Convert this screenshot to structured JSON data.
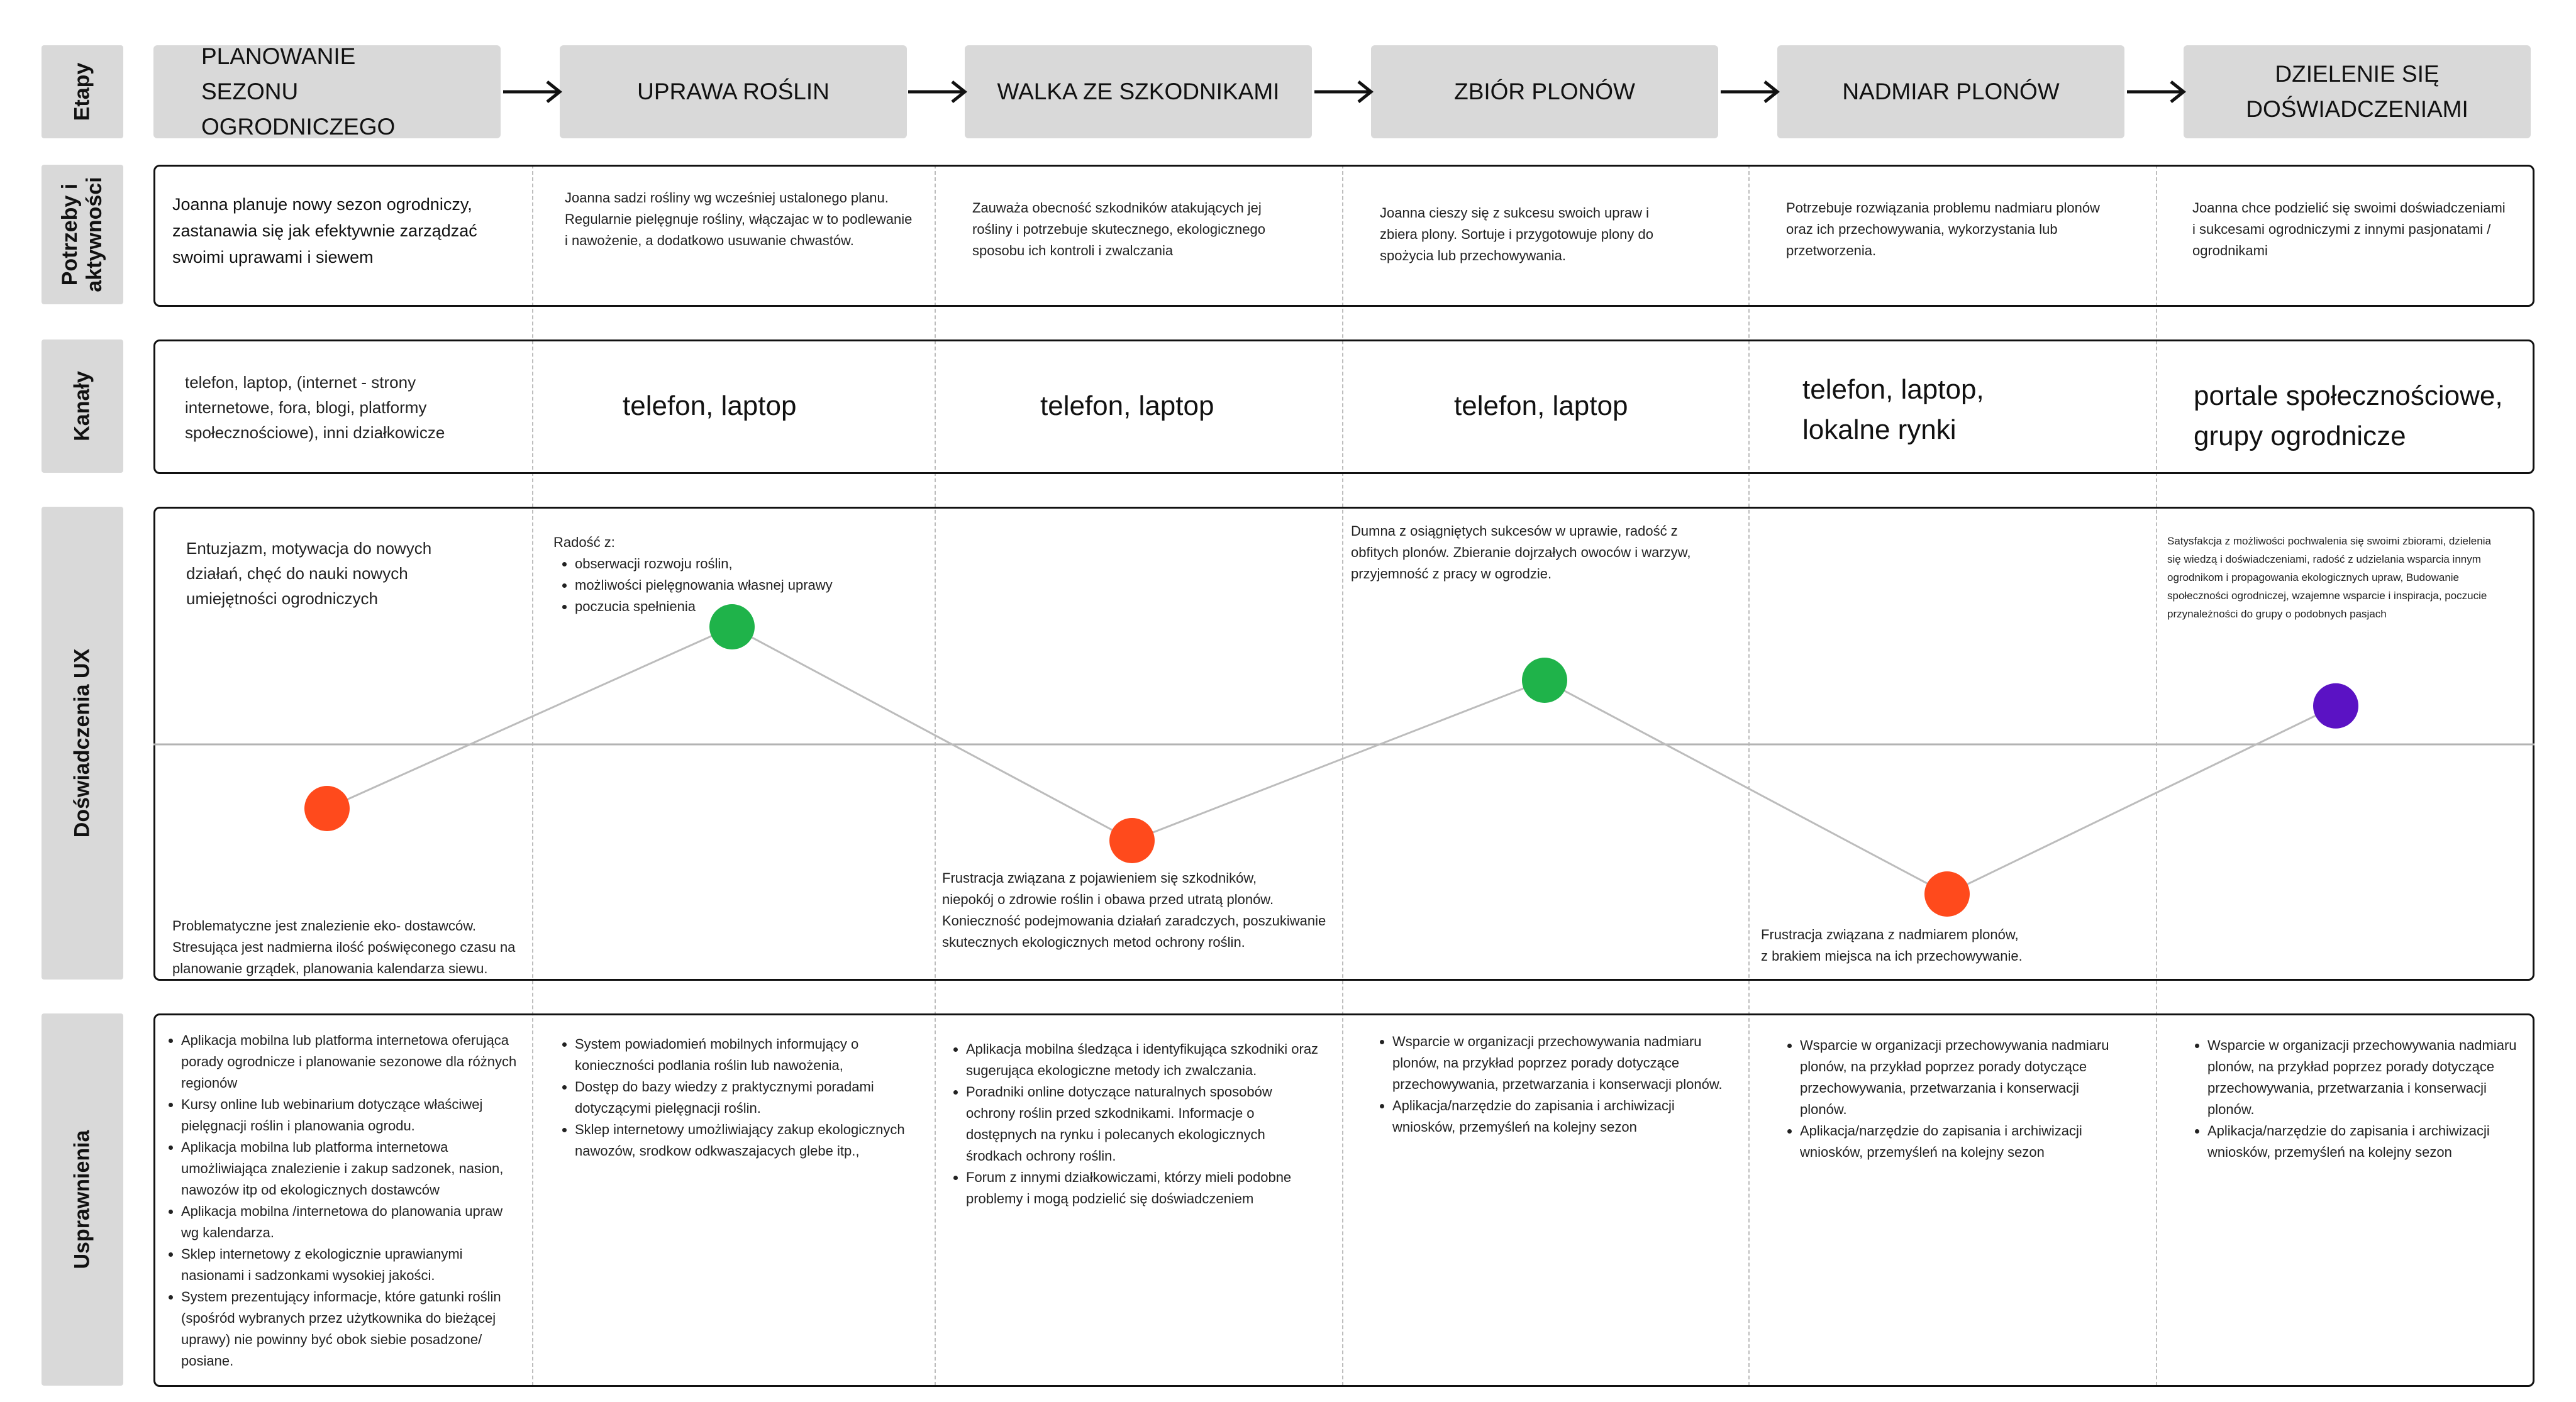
{
  "row_labels": {
    "stages": "Etapy",
    "needs": "Potrzeby i aktywności",
    "channels": "Kanały",
    "ux": "Doświadczenia UX",
    "improvements": "Usprawnienia"
  },
  "stages": [
    "PLANOWANIE SEZONU OGRODNICZEGO",
    "UPRAWA ROŚLIN",
    "WALKA ZE SZKODNIKAMI",
    "ZBIÓR PLONÓW",
    "NADMIAR PLONÓW",
    "DZIELENIE SIĘ DOŚWIADCZENIAMI"
  ],
  "needs": [
    "Joanna planuje nowy sezon ogrodniczy, zastanawia się jak efektywnie zarządzać swoimi uprawami i siewem",
    "Joanna sadzi rośliny wg wcześniej ustalonego planu. Regularnie pielęgnuje rośliny, włączajac w to podlewanie i nawożenie, a dodatkowo usuwanie chwastów.",
    "Zauważa obecność szkodników atakujących jej rośliny i potrzebuje skutecznego, ekologicznego sposobu ich kontroli i zwalczania",
    "Joanna cieszy się z sukcesu swoich upraw i zbiera plony. Sortuje i przygotowuje plony do spożycia lub przechowywania.",
    "Potrzebuje rozwiązania problemu nadmiaru plonów oraz ich przechowywania, wykorzystania lub przetworzenia.",
    "Joanna chce podzielić się swoimi doświadczeniami  i sukcesami ogrodniczymi z innymi pasjonatami / ogrodnikami"
  ],
  "channels": [
    "telefon, laptop, (internet - strony internetowe, fora, blogi, platformy społecznościowe), inni działkowicze",
    "telefon, laptop",
    "telefon, laptop",
    "telefon, laptop",
    "telefon, laptop, lokalne rynki",
    "portale społecznościowe, grupy ogrodnicze"
  ],
  "ux": {
    "positive_1": "Entuzjazm, motywacja do nowych działań, chęć do nauki nowych umiejętności ogrodniczych",
    "positive_2_intro": "Radość z:",
    "positive_2_items": [
      "obserwacji rozwoju roślin,",
      "możliwości pielęgnowania własnej uprawy",
      "poczucia spełnienia"
    ],
    "positive_4": "Dumna z osiągniętych sukcesów w uprawie, radość z obfitych plonów.  Zbieranie dojrzałych owoców i warzyw, przyjemność z pracy w ogrodzie.",
    "positive_6": "Satysfakcja z możliwości pochwalenia się swoimi zbiorami, dzielenia się wiedzą i doświadczeniami, radość z udzielania wsparcia innym ogrodnikom i propagowania ekologicznych upraw, Budowanie społeczności ogrodniczej, wzajemne wsparcie i inspiracja, poczucie przynależności do grupy o podobnych pasjach",
    "negative_1": "Problematyczne jest znalezienie eko- dostawców. Stresująca jest nadmierna ilość poświęconego czasu na planowanie grządek, planowania kalendarza siewu.",
    "negative_3": "Frustracja związana z pojawieniem się szkodników,\n niepokój o zdrowie roślin i obawa przed utratą plonów.\n Konieczność podejmowania działań zaradczych, poszukiwanie skutecznych ekologicznych metod ochrony roślin.",
    "negative_5": "Frustracja związana z nadmiarem  plonów,\nz brakiem miejsca na ich przechowywanie."
  },
  "ux_curve": {
    "scale": [
      -1,
      1
    ],
    "values": [
      -0.3,
      0.55,
      -0.45,
      0.3,
      -0.7,
      0.18
    ],
    "colors": [
      "#ff4a1c",
      "#1fb34a",
      "#ff4a1c",
      "#1fb34a",
      "#ff4a1c",
      "#5b12c4"
    ]
  },
  "improvements": [
    [
      "Aplikacja mobilna lub platforma internetowa oferująca porady ogrodnicze i planowanie sezonowe dla różnych regionów",
      "Kursy online lub webinarium dotyczące właściwej pielęgnacji roślin i planowania ogrodu.",
      "Aplikacja mobilna lub platforma internetowa umożliwiająca znalezienie i zakup sadzonek, nasion, nawozów itp od ekologicznych dostawców",
      "Aplikacja mobilna /internetowa do planowania upraw wg kalendarza.",
      "Sklep internetowy z ekologicznie uprawianymi nasionami i sadzonkami wysokiej jakości.",
      "System prezentujący informacje, które gatunki roślin (spośród wybranych przez użytkownika do bieżącej uprawy) nie powinny być obok siebie posadzone/ posiane."
    ],
    [
      "System powiadomień mobilnych informujący o konieczności podlania roślin lub nawożenia,",
      "Dostęp do bazy wiedzy z praktycznymi poradami dotyczącymi pielęgnacji roślin.",
      "Sklep internetowy umożliwiający  zakup ekologicznych nawozów, srodkow odkwaszajacych glebe itp.,"
    ],
    [
      "Aplikacja mobilna śledząca i identyfikująca szkodniki oraz sugerująca ekologiczne metody ich zwalczania.",
      "Poradniki online dotyczące naturalnych sposobów ochrony roślin przed szkodnikami. Informacje o dostępnych na rynku i polecanych ekologicznych środkach ochrony roślin.",
      "Forum z innymi działkowiczami, którzy mieli podobne problemy i mogą podzielić się doświadczeniem"
    ],
    [
      "Wsparcie w organizacji przechowywania nadmiaru plonów, na przykład poprzez porady dotyczące przechowywania, przetwarzania i konserwacji plonów.",
      "Aplikacja/narzędzie do zapisania i archiwizacji wniosków, przemyśleń na kolejny sezon"
    ],
    [
      "Wsparcie w organizacji przechowywania nadmiaru plonów, na przykład poprzez porady dotyczące przechowywania, przetwarzania i konserwacji plonów.",
      "Aplikacja/narzędzie do zapisania i archiwizacji wniosków, przemyśleń na kolejny sezon"
    ],
    [
      "Wsparcie w organizacji przechowywania nadmiaru plonów, na przykład poprzez porady dotyczące przechowywania, przetwarzania i konserwacji plonów.",
      "Aplikacja/narzędzie do zapisania i archiwizacji wniosków, przemyśleń na kolejny sezon"
    ]
  ]
}
